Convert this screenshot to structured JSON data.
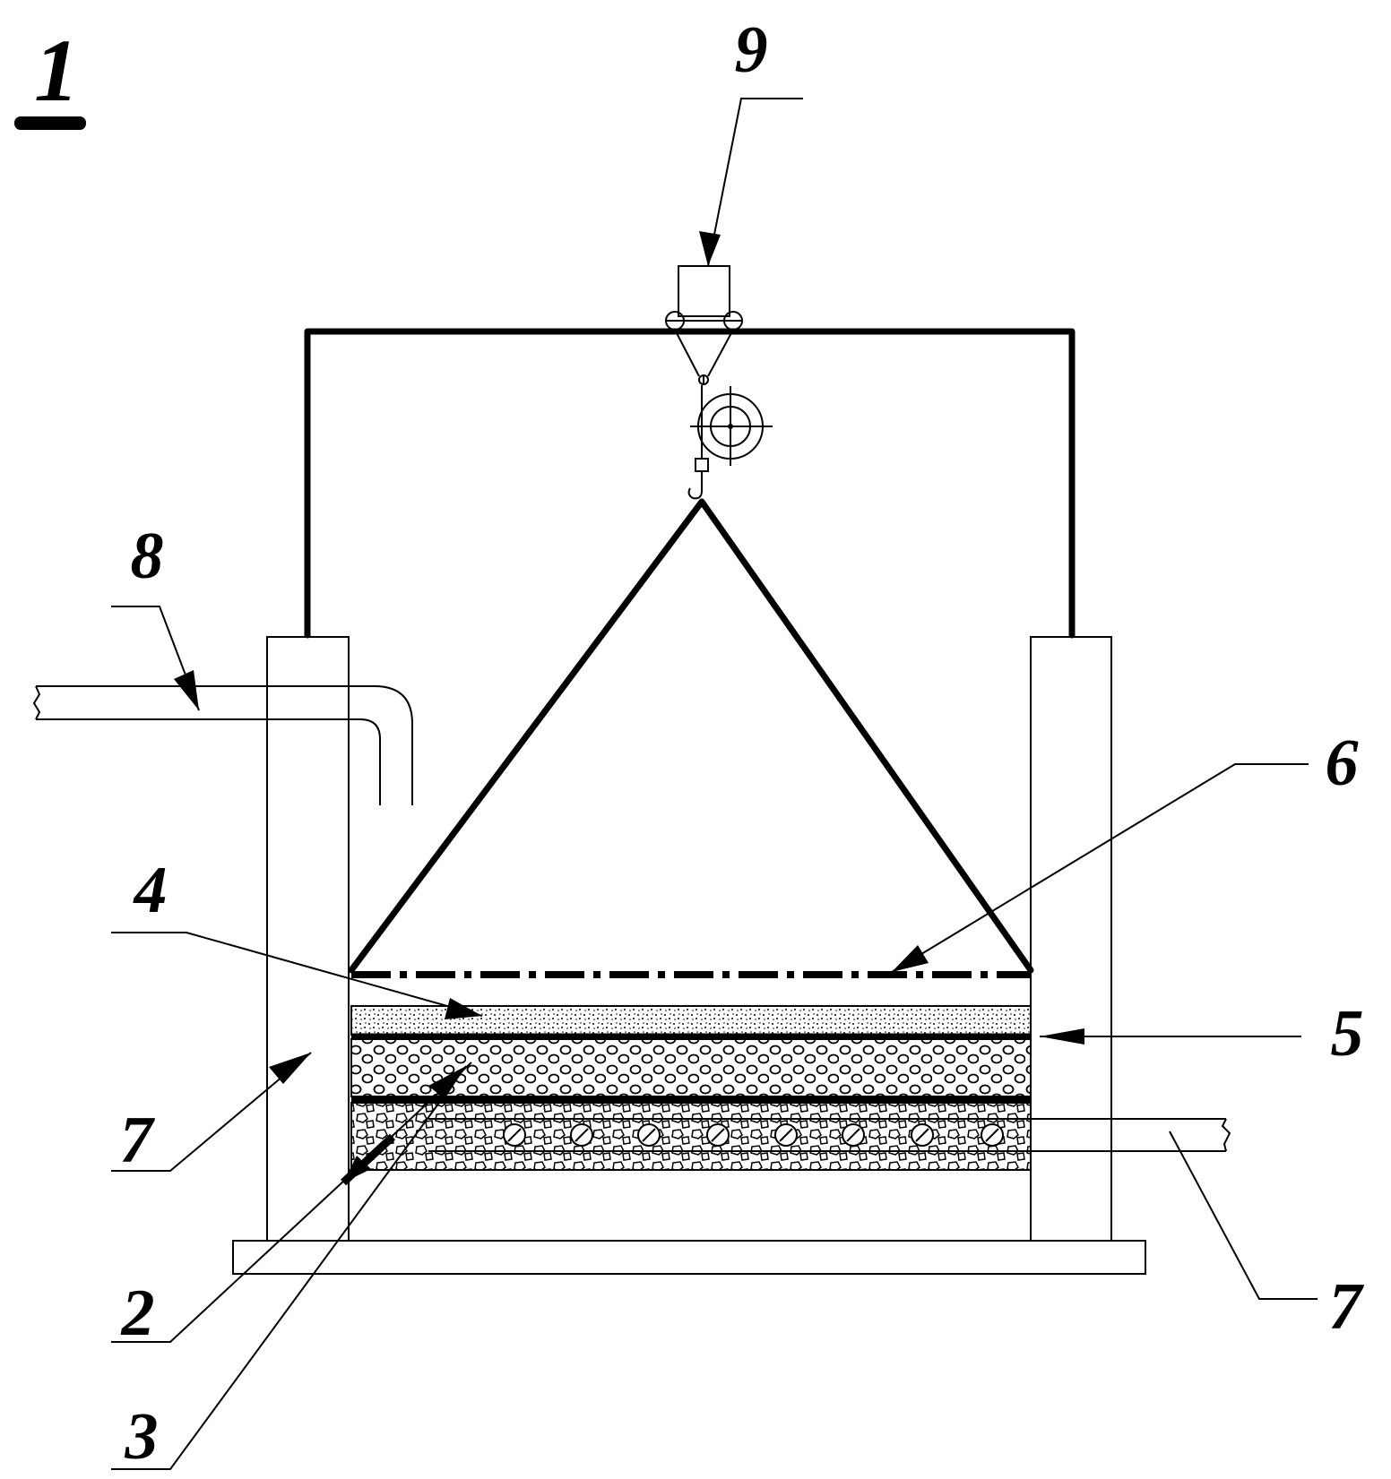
{
  "figure_number": "1",
  "callouts": {
    "c2": "2",
    "c3": "3",
    "c4": "4",
    "c5": "5",
    "c6": "6",
    "c7_left": "7",
    "c7_right": "7",
    "c8": "8",
    "c9": "9"
  }
}
